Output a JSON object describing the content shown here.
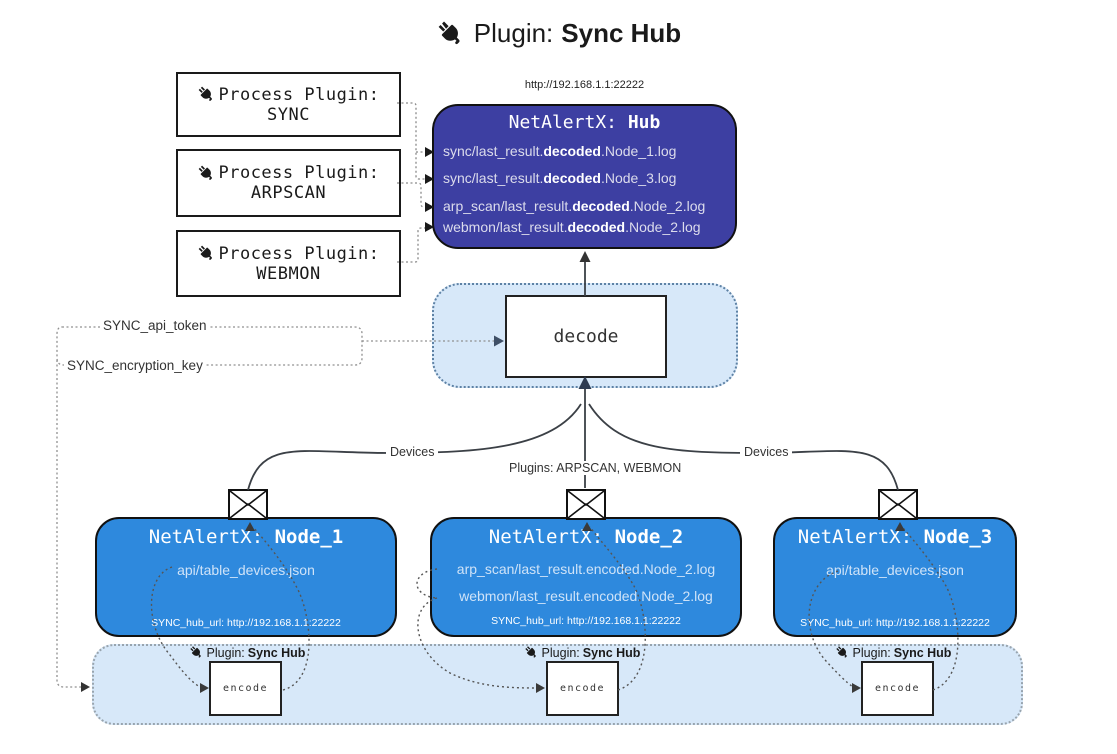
{
  "title": {
    "prefix": "Plugin:",
    "name": "Sync Hub"
  },
  "hub": {
    "url": "http://192.168.1.1:22222",
    "title_prefix": "NetAlertX:",
    "title_name": "Hub",
    "lines": [
      {
        "pre": "sync/last_result.",
        "bold": "decoded",
        "post": ".Node_1.log"
      },
      {
        "pre": "sync/last_result.",
        "bold": "decoded",
        "post": ".Node_3.log"
      },
      {
        "pre": "arp_scan/last_result.",
        "bold": "decoded",
        "post": ".Node_2.log"
      },
      {
        "pre": "webmon/last_result.",
        "bold": "decoded",
        "post": ".Node_2.log"
      }
    ]
  },
  "process_plugins": [
    {
      "label": "Process Plugin:",
      "name": "SYNC"
    },
    {
      "label": "Process Plugin:",
      "name": "ARPSCAN"
    },
    {
      "label": "Process Plugin:",
      "name": "WEBMON"
    }
  ],
  "decode_label": "decode",
  "config": {
    "api_token": "SYNC_api_token",
    "encryption_key": "SYNC_encryption_key"
  },
  "edge_labels": {
    "left": "Devices",
    "middle": "Plugins: ARPSCAN, WEBMON",
    "right": "Devices"
  },
  "nodes": [
    {
      "title_prefix": "NetAlertX:",
      "title_name": "Node_1",
      "files": [
        "api/table_devices.json"
      ],
      "hub_url": "SYNC_hub_url: http://192.168.1.1:22222"
    },
    {
      "title_prefix": "NetAlertX:",
      "title_name": "Node_2",
      "files": [
        "arp_scan/last_result.encoded.Node_2.log",
        "webmon/last_result.encoded.Node_2.log"
      ],
      "hub_url": "SYNC_hub_url: http://192.168.1.1:22222"
    },
    {
      "title_prefix": "NetAlertX:",
      "title_name": "Node_3",
      "files": [
        "api/table_devices.json"
      ],
      "hub_url": "SYNC_hub_url: http://192.168.1.1:22222"
    }
  ],
  "encode_sections": [
    {
      "label_prefix": "Plugin:",
      "label_name": "Sync Hub",
      "box_label": "encode"
    },
    {
      "label_prefix": "Plugin:",
      "label_name": "Sync Hub",
      "box_label": "encode"
    },
    {
      "label_prefix": "Plugin:",
      "label_name": "Sync Hub",
      "box_label": "encode"
    }
  ],
  "colors": {
    "hub_fill": "#3d3fa2",
    "node_fill": "#2e89dd",
    "panel_fill": "#d7e8f9",
    "line": "#3b4046"
  }
}
